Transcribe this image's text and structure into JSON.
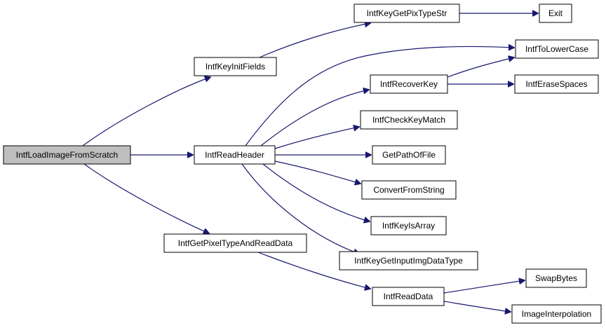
{
  "colors": {
    "edge": "#191970",
    "root_fill": "#bfbfbf",
    "node_fill": "#ffffff"
  },
  "nodes": {
    "load": "IntfLoadImageFromScratch",
    "init": "IntfKeyInitFields",
    "read_header": "IntfReadHeader",
    "get_pixel": "IntfGetPixelTypeAndReadData",
    "pix_type_str": "IntfKeyGetPixTypeStr",
    "exit": "Exit",
    "to_lower": "IntfToLowerCase",
    "recover": "IntfRecoverKey",
    "erase": "IntfEraseSpaces",
    "check_match": "IntfCheckKeyMatch",
    "path_of_file": "GetPathOfFile",
    "convert": "ConvertFromString",
    "is_array": "IntfKeyIsArray",
    "input_img": "IntfKeyGetInputImgDataType",
    "read_data": "IntfReadData",
    "swap": "SwapBytes",
    "interp": "ImageInterpolation"
  }
}
